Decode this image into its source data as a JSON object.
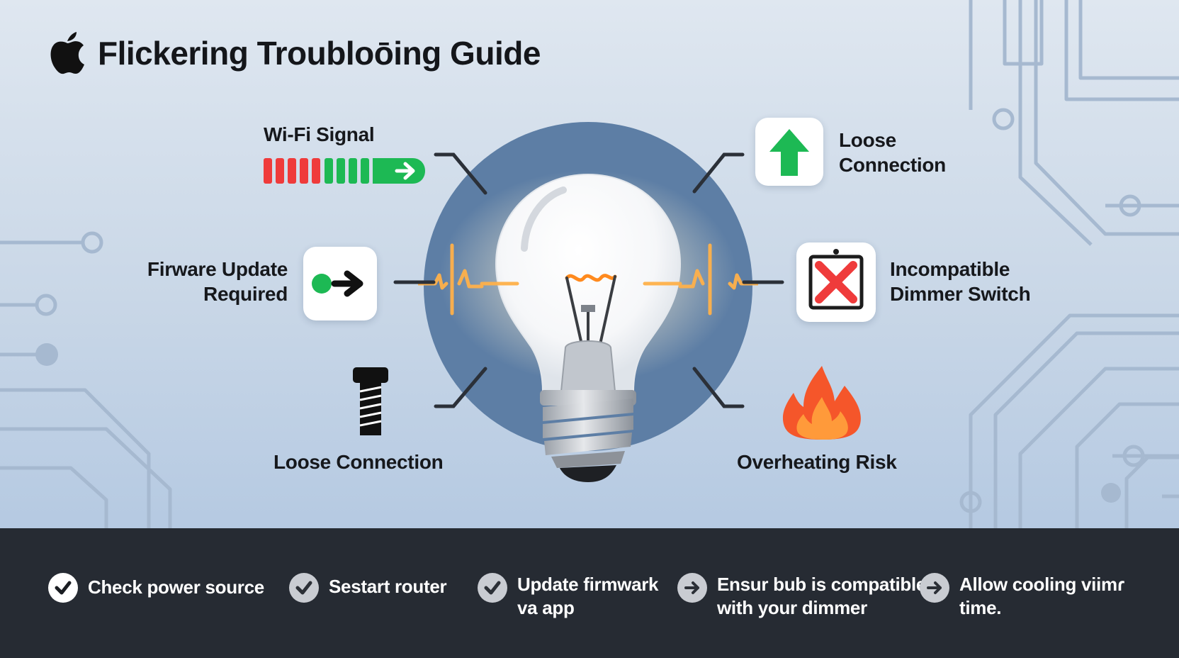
{
  "header": {
    "title": "Flickering Troubloōing Guide",
    "logo_icon": "apple-icon"
  },
  "diagram": {
    "center_icon": "light-bulb-icon",
    "accent_colors": {
      "circle": "#5d7ea5",
      "glow": "#ffb14a",
      "green": "#1db954",
      "red": "#ef3b3b",
      "flame": "#f5562a"
    },
    "items": [
      {
        "id": "wifi",
        "label": "Wi-Fi Signal",
        "icon": "signal-bars-arrow-icon"
      },
      {
        "id": "loose-top",
        "label_lines": [
          "Loose",
          "Connection"
        ],
        "icon": "green-up-arrow-icon"
      },
      {
        "id": "firmware",
        "label_lines": [
          "Firware Update",
          "Required"
        ],
        "icon": "toggle-arrow-icon"
      },
      {
        "id": "dimmer",
        "label_lines": [
          "Incompatible",
          "Dimmer Switch"
        ],
        "icon": "red-x-icon"
      },
      {
        "id": "loose-bottom",
        "label": "Loose Connection",
        "icon": "screw-icon"
      },
      {
        "id": "overheat",
        "label": "Overheating Risk",
        "icon": "flame-icon"
      }
    ]
  },
  "steps": [
    {
      "lines": [
        "Check power source"
      ],
      "icon": "check-icon",
      "state": "done"
    },
    {
      "lines": [
        "Sestart router"
      ],
      "icon": "check-icon",
      "state": "muted"
    },
    {
      "lines": [
        "Update firmwark",
        "va app"
      ],
      "icon": "check-icon",
      "state": "muted"
    },
    {
      "lines": [
        "Ensur bub is compatible",
        "with your dimmer"
      ],
      "icon": "arrow-right-icon",
      "state": "muted"
    },
    {
      "lines": [
        "Allow cooling viimɾ",
        "time."
      ],
      "icon": "arrow-right-icon",
      "state": "muted"
    }
  ]
}
